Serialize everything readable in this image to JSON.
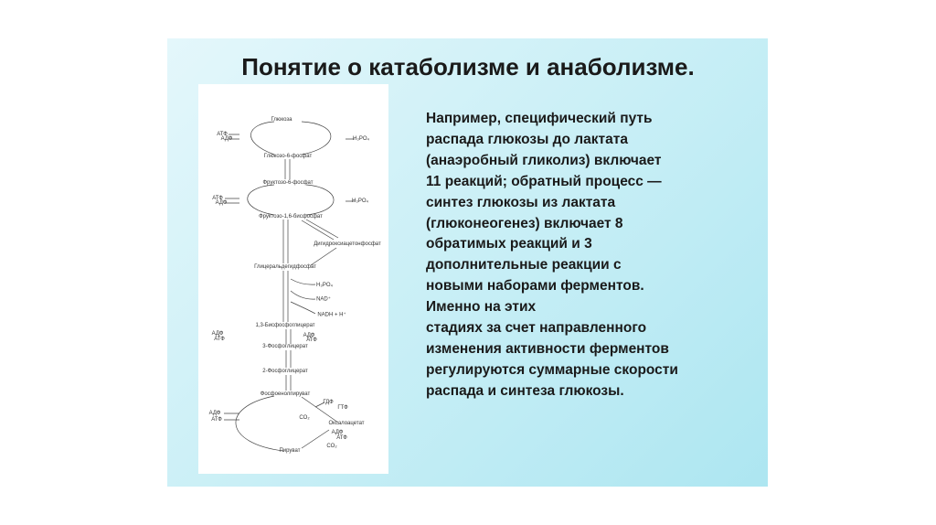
{
  "title": "Понятие о катаболизме и анаболизме.",
  "body_lines": [
    "Например, специфический путь",
    "распада глюкозы до лактата",
    "(анаэробный гликолиз) включает",
    "11 реакций; обратный процесс —",
    "синтез глюкозы из лактата",
    "(глюконеогенез) включает 8",
    "обратимых реакций и 3",
    "дополнительные реакции с",
    "новыми наборами ферментов.",
    "Именно на этих",
    "стадиях за счет направленного",
    "изменения активности ферментов",
    "регулируются суммарные скорости",
    "распада и синтеза глюкозы."
  ],
  "diagram": {
    "labels": [
      "Глюкоза",
      "АТФ",
      "АДФ",
      "H₃PO₄",
      "Глюкозо-6-фосфат",
      "Фруктозо-6-фосфат",
      "АТФ",
      "АДФ",
      "H₃PO₄",
      "Фруктозо-1,6-бисфосфат",
      "Дигидроксиацетонфосфат",
      "Глицеральдегидфосфат",
      "H₃PO₄",
      "NAD⁺",
      "NADH + H⁺",
      "1,3-Бисфосфоглицерат",
      "АДФ",
      "АТФ",
      "АДФ",
      "АТФ",
      "3-Фосфоглицерат",
      "2-Фосфоглицерат",
      "Фосфоенолпируват",
      "ГДФ",
      "ГТФ",
      "CO₂",
      "Оксалоацетат",
      "АДФ",
      "АТФ",
      "АДФ",
      "АТФ",
      "CO₂",
      "Пируват"
    ]
  }
}
